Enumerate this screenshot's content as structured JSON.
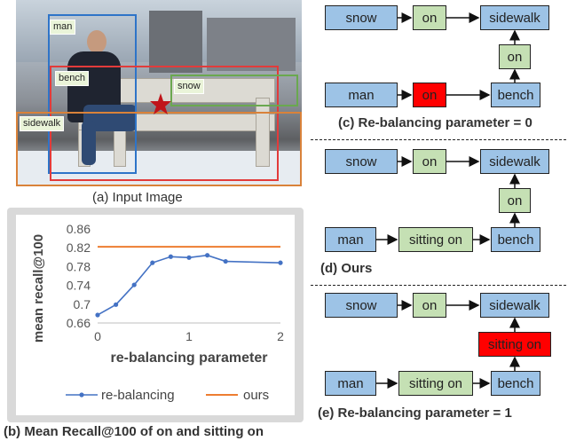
{
  "image_labels": {
    "man": "man",
    "bench": "bench",
    "snow": "snow",
    "sidewalk": "sidewalk"
  },
  "captions": {
    "a": "(a) Input Image",
    "b": "(b) Mean Recall@100 of on and sitting on",
    "c": "(c) Re-balancing parameter = 0",
    "d": "(d) Ours",
    "e": "(e) Re-balancing parameter = 1"
  },
  "graphs": {
    "c": {
      "snow": "snow",
      "on1": "on",
      "sidewalk": "sidewalk",
      "on2": "on",
      "man": "man",
      "rel": "on",
      "bench": "bench"
    },
    "d": {
      "snow": "snow",
      "on1": "on",
      "sidewalk": "sidewalk",
      "on2": "on",
      "man": "man",
      "rel": "sitting on",
      "bench": "bench"
    },
    "e": {
      "snow": "snow",
      "on1": "on",
      "sidewalk": "sidewalk",
      "on2": "sitting on",
      "man": "man",
      "rel": "sitting on",
      "bench": "bench"
    }
  },
  "colors": {
    "blue": "#9dc3e6",
    "green": "#c5e0b4",
    "red": "#ff0000",
    "series_line": "#4472c4",
    "ours_line": "#ed7d31"
  },
  "chart_data": {
    "type": "line",
    "xlabel": "re-balancing parameter",
    "ylabel": "mean recall@100",
    "ylim": [
      0.66,
      0.86
    ],
    "xlim": [
      0,
      2
    ],
    "yticks": [
      "0.86",
      "0.82",
      "0.78",
      "0.74",
      "0.7",
      "0.66"
    ],
    "ytick_values": [
      0.86,
      0.82,
      0.78,
      0.74,
      0.7,
      0.66
    ],
    "xticks": [
      "0",
      "1",
      "2"
    ],
    "xtick_values": [
      0,
      1,
      2
    ],
    "grid": false,
    "legend": "bottom",
    "series": [
      {
        "name": "re-balancing",
        "x": [
          0,
          0.2,
          0.4,
          0.6,
          0.8,
          1.0,
          1.2,
          1.4,
          2.0
        ],
        "values": [
          0.677,
          0.699,
          0.741,
          0.788,
          0.801,
          0.799,
          0.804,
          0.791,
          0.788
        ]
      },
      {
        "name": "ours",
        "x": [
          0,
          2
        ],
        "values": [
          0.822,
          0.822
        ]
      }
    ]
  }
}
